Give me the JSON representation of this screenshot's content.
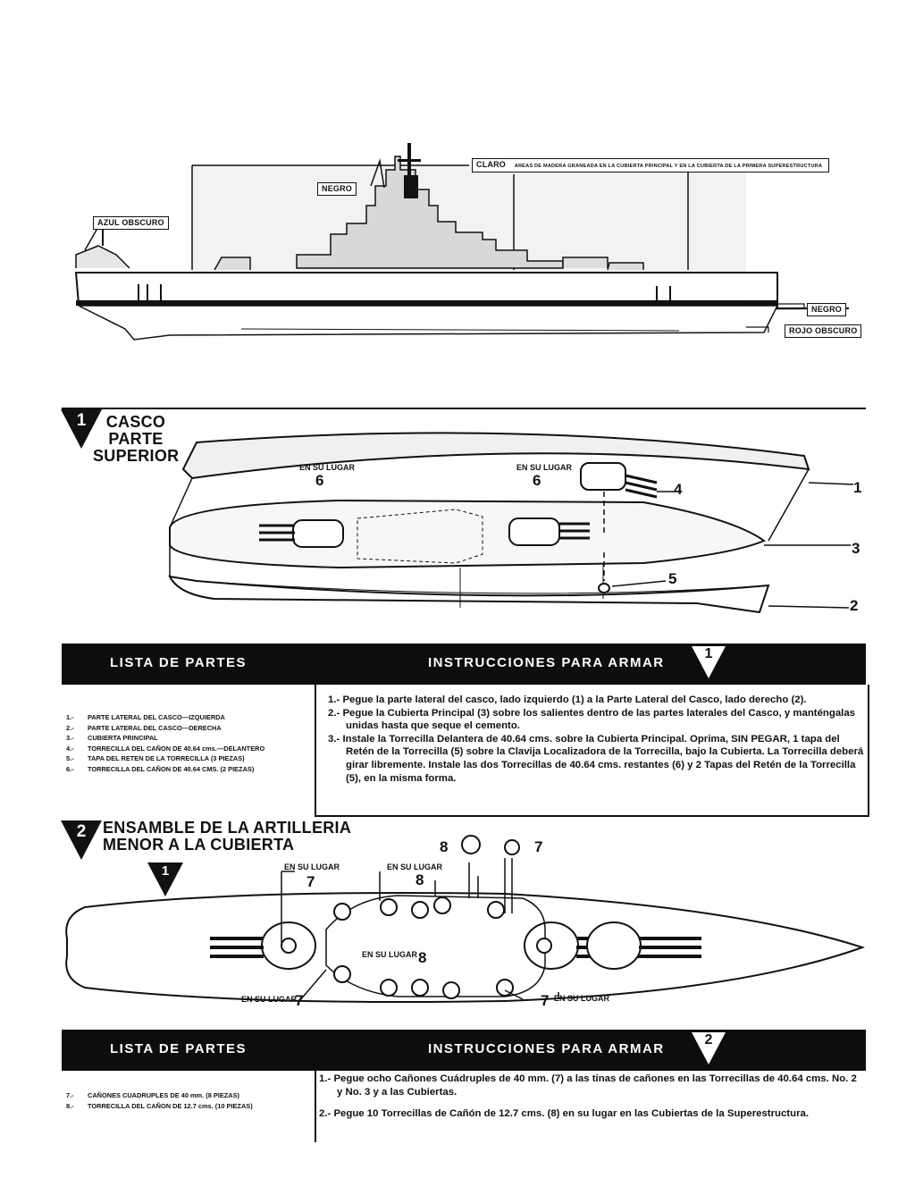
{
  "profile": {
    "tags": {
      "claro": "CLARO",
      "claro_note": "AREAS DE MADERA GRANEADA EN LA CUBIERTA PRINCIPAL Y EN LA CUBIERTA DE LA PRIMERA SUPERESTRUCTURA",
      "negro_top": "NEGRO",
      "azul": "AZUL OBSCURO",
      "negro_hull": "NEGRO",
      "rojo": "ROJO OBSCURO"
    }
  },
  "step1": {
    "number": "1",
    "title_lines": [
      "CASCO",
      "PARTE",
      "SUPERIOR"
    ],
    "en_su_lugar_a": "EN SU LUGAR",
    "en_su_lugar_b": "EN SU LUGAR",
    "callouts": [
      "1",
      "2",
      "3",
      "4",
      "5",
      "6",
      "6"
    ]
  },
  "bar1": {
    "lista": "LISTA DE PARTES",
    "instrucciones": "INSTRUCCIONES PARA ARMAR",
    "number": "1"
  },
  "parts1": [
    {
      "n": "1.-",
      "text": "PARTE LATERAL DEL CASCO—IZQUIERDA"
    },
    {
      "n": "2.-",
      "text": "PARTE LATERAL DEL CASCO—DERECHA"
    },
    {
      "n": "3.-",
      "text": "CUBIERTA PRINCIPAL"
    },
    {
      "n": "4.-",
      "text": "TORRECILLA DEL CAÑON DE 40.64 cms.—DELANTERO"
    },
    {
      "n": "5.-",
      "text": "TAPA DEL RETEN DE LA TORRECILLA (3 PIEZAS)"
    },
    {
      "n": "6.-",
      "text": "TORRECILLA DEL CAÑON DE 40.64 CMS. (2 PIEZAS)"
    }
  ],
  "instr1": [
    "1.- Pegue la parte lateral del casco, lado izquierdo (1) a la Parte Lateral del Casco, lado derecho (2).",
    "2.- Pegue la Cubierta Principal (3) sobre los salientes dentro de las partes laterales del Casco, y manténgalas unidas hasta que seque el cemento.",
    "3.- Instale la Torrecilla Delantera de 40.64 cms. sobre la Cubierta Principal. Oprima, SIN PEGAR, 1 tapa del Retén de la Torrecilla (5) sobre la Clavija Localizadora de la Torrecilla, bajo la Cubierta. La Torrecilla deberá girar libremente. Instale las dos Torrecillas de 40.64 cms. restantes (6) y 2 Tapas del Retén de la Torrecilla (5), en la misma forma."
  ],
  "step2": {
    "number": "2",
    "title_lines": [
      "ENSAMBLE DE LA ARTILLERIA",
      "MENOR A LA CUBIERTA"
    ],
    "ref_number": "1",
    "en_su_lugar": "EN SU LUGAR",
    "callouts": [
      "8",
      "7",
      "7",
      "8",
      "8",
      "7",
      "7"
    ]
  },
  "bar2": {
    "lista": "LISTA DE PARTES",
    "instrucciones": "INSTRUCCIONES PARA ARMAR",
    "number": "2"
  },
  "parts2": [
    {
      "n": "7.-",
      "text": "CAÑONES CUADRUPLES DE 40 mm. (8 PIEZAS)"
    },
    {
      "n": "8.-",
      "text": "TORRECILLA DEL CAÑON DE 12.7 cms. (10 PIEZAS)"
    }
  ],
  "instr2": [
    "1.- Pegue ocho Cañones Cuádruples de 40 mm. (7) a las tinas de cañones en las Torrecillas de 40.64 cms. No. 2 y No. 3 y a las Cubiertas.",
    "2.- Pegue 10 Torrecillas de Cañón de 12.7 cms. (8) en su lugar en las Cubiertas de la Superestructura."
  ]
}
